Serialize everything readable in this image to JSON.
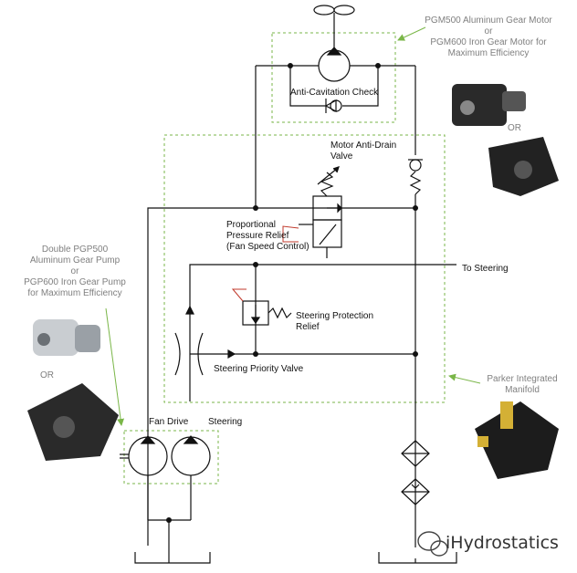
{
  "callouts": {
    "motor": [
      "PGM500 Aluminum Gear Motor",
      "or",
      "PGM600 Iron Gear Motor for",
      "Maximum Efficiency"
    ],
    "pump": [
      "Double PGP500",
      "Aluminum Gear Pump",
      "or",
      "PGP600 Iron Gear Pump",
      "for Maximum Efficiency"
    ],
    "manifold": [
      "Parker Integrated",
      "Manifold"
    ]
  },
  "labels": {
    "anti_cavitation": "Anti-Cavitation Check",
    "motor_anti_drain": [
      "Motor Anti-Drain",
      "Valve"
    ],
    "prop_relief": [
      "Proportional",
      "Pressure Relief",
      "(Fan Speed Control)"
    ],
    "to_steering": "To Steering",
    "steering_protection": [
      "Steering Protection",
      "Relief"
    ],
    "steering_priority": "Steering Priority Valve",
    "fan_drive": "Fan Drive",
    "steering": "Steering"
  },
  "or_motor": "OR",
  "or_pump": "OR",
  "watermark": "iHydrostatics",
  "colors": {
    "accent": "#7ab648",
    "callout_text": "#7f7f7f",
    "relief_red": "#c0392b"
  }
}
